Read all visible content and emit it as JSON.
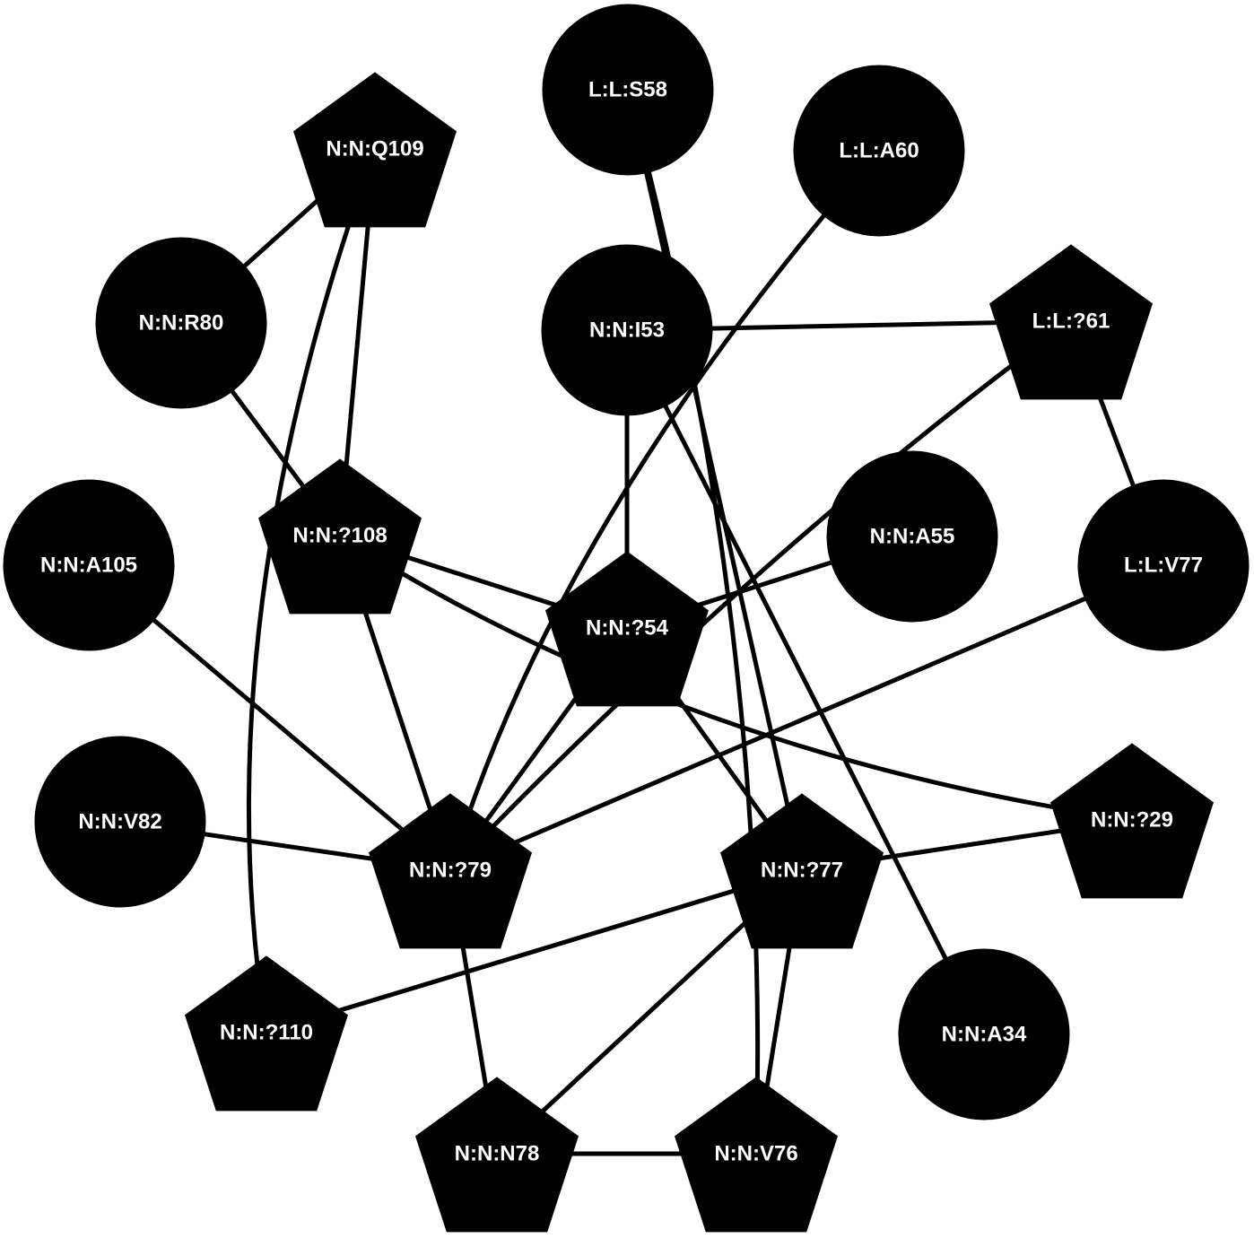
{
  "nodes": [
    {
      "id": "LLS58",
      "label": "L:L:S58",
      "shape": "circle"
    },
    {
      "id": "LLA60",
      "label": "L:L:A60",
      "shape": "circle"
    },
    {
      "id": "NNQ109",
      "label": "N:N:Q109",
      "shape": "pentagon"
    },
    {
      "id": "NNR80",
      "label": "N:N:R80",
      "shape": "circle"
    },
    {
      "id": "NNI53",
      "label": "N:N:I53",
      "shape": "circle"
    },
    {
      "id": "LL61",
      "label": "L:L:?61",
      "shape": "pentagon"
    },
    {
      "id": "NN108",
      "label": "N:N:?108",
      "shape": "pentagon"
    },
    {
      "id": "NNA55",
      "label": "N:N:A55",
      "shape": "circle"
    },
    {
      "id": "LLV77",
      "label": "L:L:V77",
      "shape": "circle"
    },
    {
      "id": "NNA105",
      "label": "N:N:A105",
      "shape": "circle"
    },
    {
      "id": "NN54",
      "label": "N:N:?54",
      "shape": "pentagon"
    },
    {
      "id": "NNV82",
      "label": "N:N:V82",
      "shape": "circle"
    },
    {
      "id": "NN29",
      "label": "N:N:?29",
      "shape": "pentagon"
    },
    {
      "id": "NN79",
      "label": "N:N:?79",
      "shape": "pentagon"
    },
    {
      "id": "NN77",
      "label": "N:N:?77",
      "shape": "pentagon"
    },
    {
      "id": "NN110",
      "label": "N:N:?110",
      "shape": "pentagon"
    },
    {
      "id": "NNA34",
      "label": "N:N:A34",
      "shape": "circle"
    },
    {
      "id": "NNN78",
      "label": "N:N:N78",
      "shape": "pentagon"
    },
    {
      "id": "NNV76",
      "label": "N:N:V76",
      "shape": "pentagon"
    }
  ],
  "edges": [
    {
      "source": "NNQ109",
      "target": "NNR80"
    },
    {
      "source": "NNQ109",
      "target": "NN108"
    },
    {
      "source": "NNQ109",
      "target": "NN110"
    },
    {
      "source": "NNR80",
      "target": "NN108"
    },
    {
      "source": "LLS58",
      "target": "NNV76"
    },
    {
      "source": "LLS58",
      "target": "NN77"
    },
    {
      "source": "LLA60",
      "target": "NN79"
    },
    {
      "source": "NNI53",
      "target": "LL61"
    },
    {
      "source": "NNI53",
      "target": "NN54"
    },
    {
      "source": "NNI53",
      "target": "NNA34"
    },
    {
      "source": "LL61",
      "target": "LLV77"
    },
    {
      "source": "LL61",
      "target": "NN79"
    },
    {
      "source": "NN108",
      "target": "NN54"
    },
    {
      "source": "NN108",
      "target": "NN79"
    },
    {
      "source": "NN108",
      "target": "NN29"
    },
    {
      "source": "NNA55",
      "target": "NN54"
    },
    {
      "source": "LLV77",
      "target": "NN79"
    },
    {
      "source": "NNA105",
      "target": "NN79"
    },
    {
      "source": "NN54",
      "target": "NN79"
    },
    {
      "source": "NN54",
      "target": "NN77"
    },
    {
      "source": "NNV82",
      "target": "NN79"
    },
    {
      "source": "NN29",
      "target": "NN77"
    },
    {
      "source": "NN79",
      "target": "NNN78"
    },
    {
      "source": "NN77",
      "target": "NN110"
    },
    {
      "source": "NN77",
      "target": "NNN78"
    },
    {
      "source": "NN77",
      "target": "NNV76"
    },
    {
      "source": "NNN78",
      "target": "NNV76"
    }
  ]
}
